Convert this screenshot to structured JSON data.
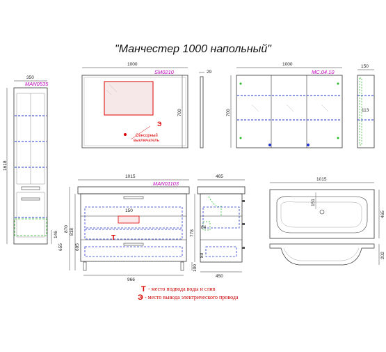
{
  "title": "\"Манчестер 1000 напольный\"",
  "codes": {
    "tall_cabinet": "MAN0535",
    "mirror": "SM0210",
    "mirror_cabinet": "MC.04.10",
    "vanity": "MAN01103"
  },
  "dims": {
    "tall_width": "350",
    "tall_height": "1618",
    "tall_leg": "146",
    "mirror_width": "1000",
    "mirror_depth": "29",
    "mirror_height": "700",
    "mcab_width": "1000",
    "mcab_height": "700",
    "mcab_depth": "150",
    "mcab_shelf": "113",
    "vanity_width": "1015",
    "vanity_inner": "966",
    "vanity_150": "150",
    "vanity_h870": "870",
    "vanity_h818": "818",
    "vanity_h695": "695",
    "vanity_h655": "655",
    "vanity_leg": "100",
    "side_depth": "465",
    "side_base": "450",
    "side_778": "778",
    "side_84": "84",
    "side_80": "80",
    "basin_width": "1015",
    "basin_depth": "465",
    "basin_151": "151",
    "basin_202": "202"
  },
  "labels": {
    "sensor": "Сенсорный",
    "switch": "выключатель",
    "t_mark": "Т",
    "e_mark": "Э"
  },
  "legend": [
    {
      "mark": "Т",
      "text": "- место подвода воды и слив"
    },
    {
      "mark": "Э",
      "text": "- место вывода электрического провода"
    }
  ],
  "colors": {
    "line": "#333333",
    "dash_blue": "#2233cc",
    "red": "#dd0000",
    "green": "#22bb22",
    "magenta": "#c000c0"
  }
}
